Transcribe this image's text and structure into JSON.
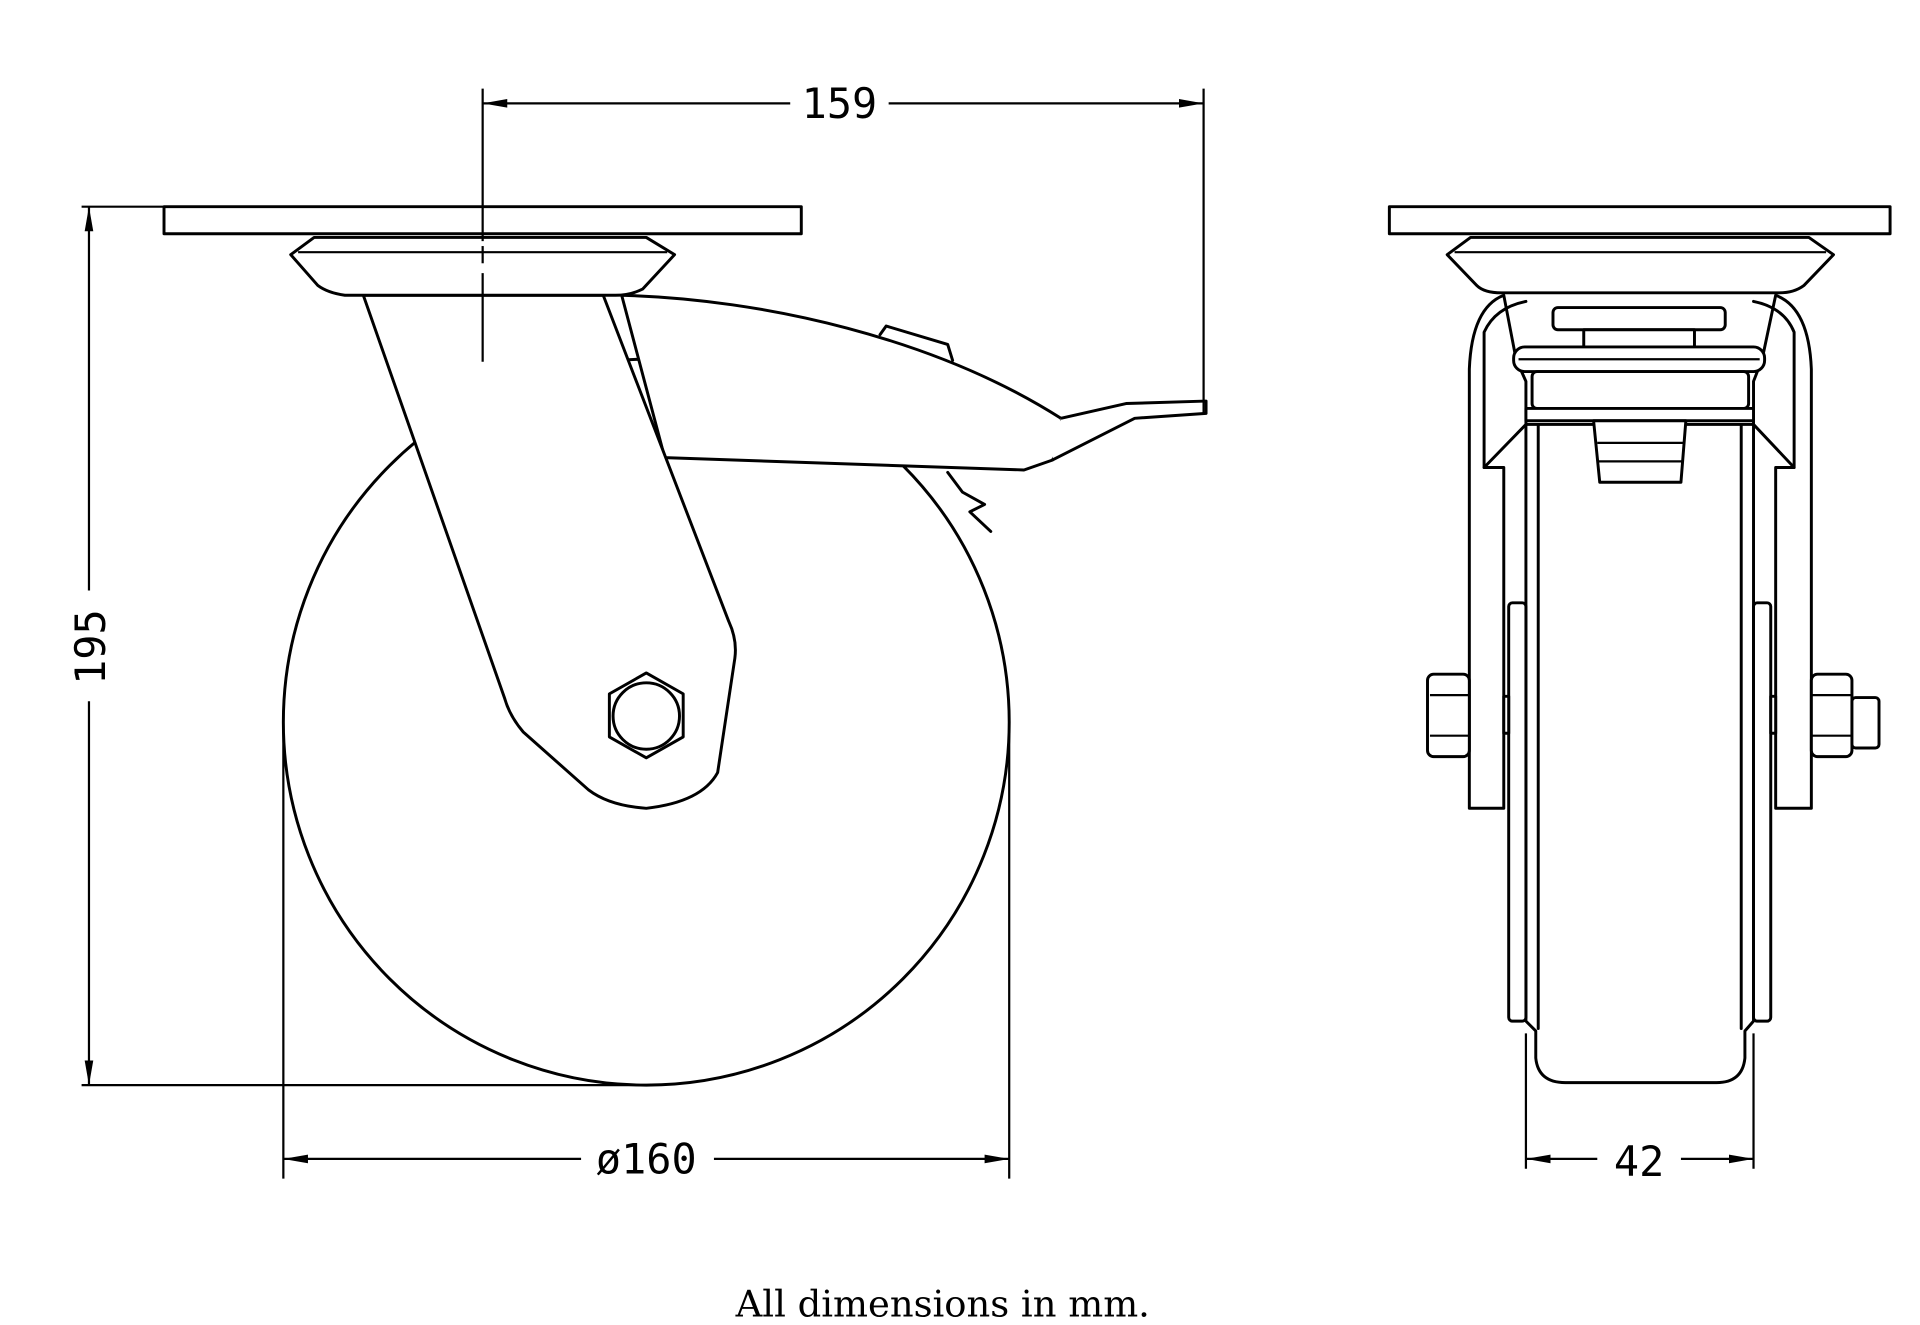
{
  "drawing": {
    "title": "Swivel castor with brake - side and front views",
    "dimensions": {
      "offset": "159",
      "height": "195",
      "wheel_diameter": "ø160",
      "wheel_width": "42"
    },
    "caption": "All dimensions in mm."
  },
  "colors": {
    "line": "#000000",
    "background": "#ffffff"
  }
}
